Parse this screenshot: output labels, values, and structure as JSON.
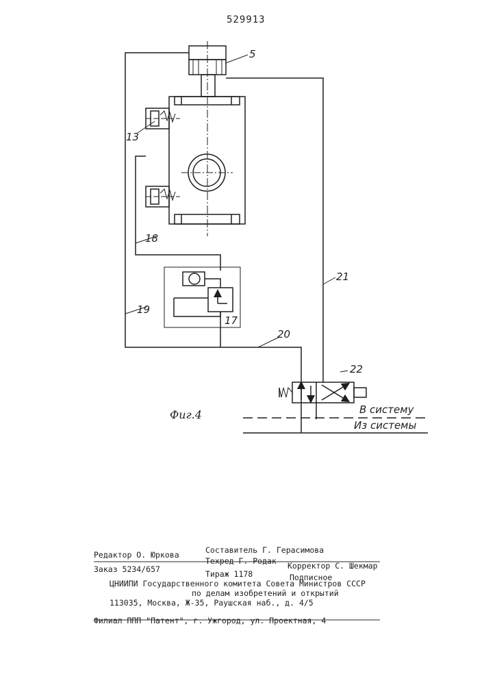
{
  "document": {
    "patent_number": "529913",
    "figure_caption": "Фиг.4"
  },
  "diagram": {
    "callouts": [
      "5",
      "13",
      "18",
      "19",
      "17",
      "20",
      "21",
      "22"
    ],
    "flow_labels": {
      "to_system": "В систему",
      "from_system": "Из системы"
    }
  },
  "colophon": {
    "editor": "Редактор О. Юркова",
    "compiler": "Составитель Г. Герасимова",
    "techred": "Техред Г. Родак",
    "corrector": "Корректор С. Шекмар",
    "order": "Заказ 5234/657",
    "print_run": "Тираж 1178",
    "subscription": "Подписное",
    "institute_line1": "ЦНИИПИ Государственного комитета Совета Министров СССР",
    "institute_line2": "по делам изобретений и открытий",
    "address": "113035, Москва, Ж-35, Раушская наб., д. 4/5",
    "branch": "Филиал ППП \"Патент\", г. Ужгород, ул. Проектная, 4"
  },
  "colors": {
    "ink": "#1e1e1e",
    "paper": "#ffffff"
  }
}
